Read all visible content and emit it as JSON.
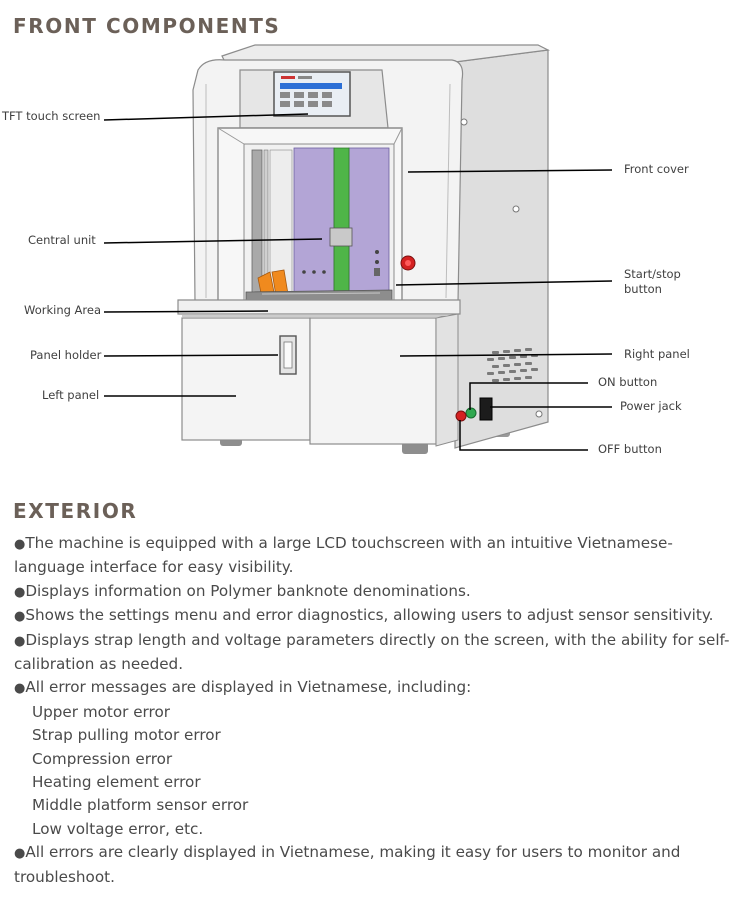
{
  "front": {
    "heading": "FRONT COMPONENTS",
    "labels": {
      "tft_touch_screen": "TFT touch screen",
      "front_cover": "Front cover",
      "central_unit": "Central unit",
      "start_stop_line1": "Start/stop",
      "start_stop_line2": "button",
      "working_area": "Working Area",
      "panel_holder": "Panel holder",
      "right_panel": "Right panel",
      "on_button": "ON button",
      "left_panel": "Left panel",
      "power_jack": "Power jack",
      "off_button": "OFF button"
    }
  },
  "exterior": {
    "heading": "EXTERIOR",
    "bullet": "●",
    "items": [
      "The machine is equipped with a large LCD touchscreen with an intuitive Vietnamese-language interface for easy visibility.",
      "Displays information on Polymer banknote denominations.",
      "Shows the settings menu and error diagnostics, allowing users to adjust sensor sensitivity.",
      "Displays strap length and voltage parameters directly on the screen, with the ability for self-calibration as needed.",
      "All error messages are displayed in Vietnamese, including:"
    ],
    "errors": [
      "Upper motor error",
      "Strap pulling motor error",
      "Compression error",
      "Heating element error",
      "Middle platform sensor error",
      "Low voltage error, etc."
    ],
    "closing": "All errors are clearly displayed in Vietnamese, making it easy for users to monitor and troubleshoot."
  },
  "colors": {
    "heading": "#6b6058",
    "body_text": "#4a4a4a",
    "machine_body": "#f2f2f2",
    "side_panel": "#dcdcdc",
    "purple_panel": "#b3a5d6",
    "green_column": "#4fb548",
    "orange_parts": "#f08a1e",
    "red_button": "#d42121",
    "green_button": "#2fa84f"
  }
}
